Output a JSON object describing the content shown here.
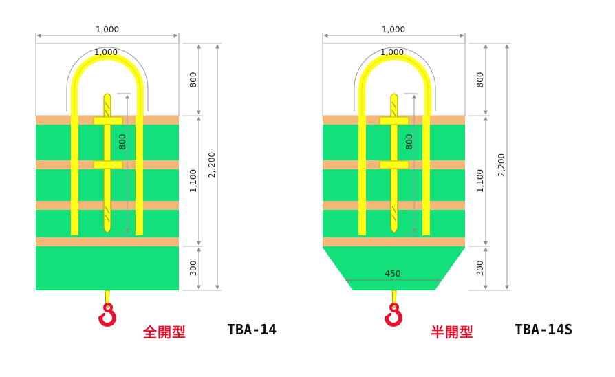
{
  "colors": {
    "bag_body": "#12e07a",
    "belt_band": "#f5b778",
    "sling": "#ffff1a",
    "hook": "#e8102a",
    "caption_red": "#e0102a",
    "dimension_line": "#9a9a9a"
  },
  "left_bag": {
    "type_label": "全開型",
    "model_label": "TBA-14",
    "dims": {
      "top_width": "1,000",
      "loop_length": "1,000",
      "top_height": "800",
      "middle_height": "1,100",
      "bottom_height": "300",
      "total_height": "2,.200",
      "inner_rope": "800"
    }
  },
  "right_bag": {
    "type_label": "半開型",
    "model_label": "TBA-14S",
    "dims": {
      "top_width": "1,000",
      "loop_length": "1,000",
      "top_height": "800",
      "middle_height": "1,100",
      "bottom_height": "300",
      "total_height": "2,200",
      "inner_rope": "800",
      "bottom_width": "450"
    }
  }
}
